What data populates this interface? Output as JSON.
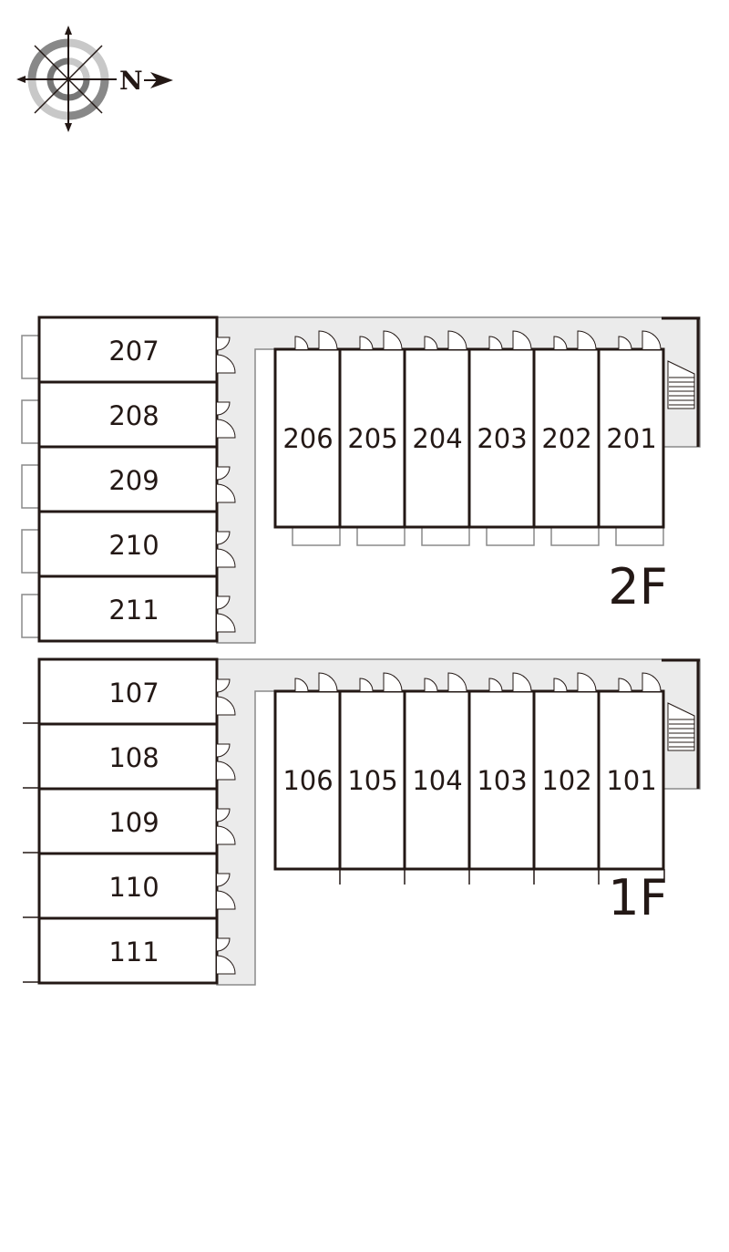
{
  "compass": {
    "north_letter": "N",
    "icon": "compass-rose-icon"
  },
  "floors": [
    {
      "label": "2F",
      "left_units": [
        "207",
        "208",
        "209",
        "210",
        "211"
      ],
      "right_units": [
        "206",
        "205",
        "204",
        "203",
        "202",
        "201"
      ]
    },
    {
      "label": "1F",
      "left_units": [
        "107",
        "108",
        "109",
        "110",
        "111"
      ],
      "right_units": [
        "106",
        "105",
        "104",
        "103",
        "102",
        "101"
      ]
    }
  ],
  "colors": {
    "wall": "#231815",
    "corridor": "#ebebeb",
    "outline": "#8a8a8a"
  }
}
